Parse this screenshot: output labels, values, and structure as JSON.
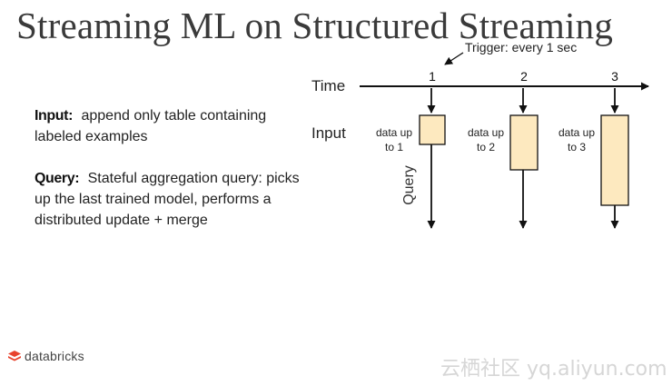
{
  "title": "Streaming ML on Structured Streaming",
  "input_section": {
    "label": "Input:",
    "text": "append only table containing labeled examples"
  },
  "query_section": {
    "label": "Query:",
    "text": "Stateful aggregation query: picks up the last trained model, performs a distributed update + merge"
  },
  "diagram": {
    "trigger_label": "Trigger: every 1 sec",
    "time_label": "Time",
    "input_label": "Input",
    "query_label": "Query",
    "triggers": [
      {
        "number": "1",
        "box_line1": "data up",
        "box_line2": "to 1"
      },
      {
        "number": "2",
        "box_line1": "data up",
        "box_line2": "to 2"
      },
      {
        "number": "3",
        "box_line1": "data up",
        "box_line2": "to 3"
      }
    ],
    "colors": {
      "box_fill": "#fde9bf",
      "stroke": "#111111"
    }
  },
  "logo": {
    "text": "databricks",
    "color": "#e8432e"
  },
  "watermark": "云栖社区 yq.aliyun.com"
}
